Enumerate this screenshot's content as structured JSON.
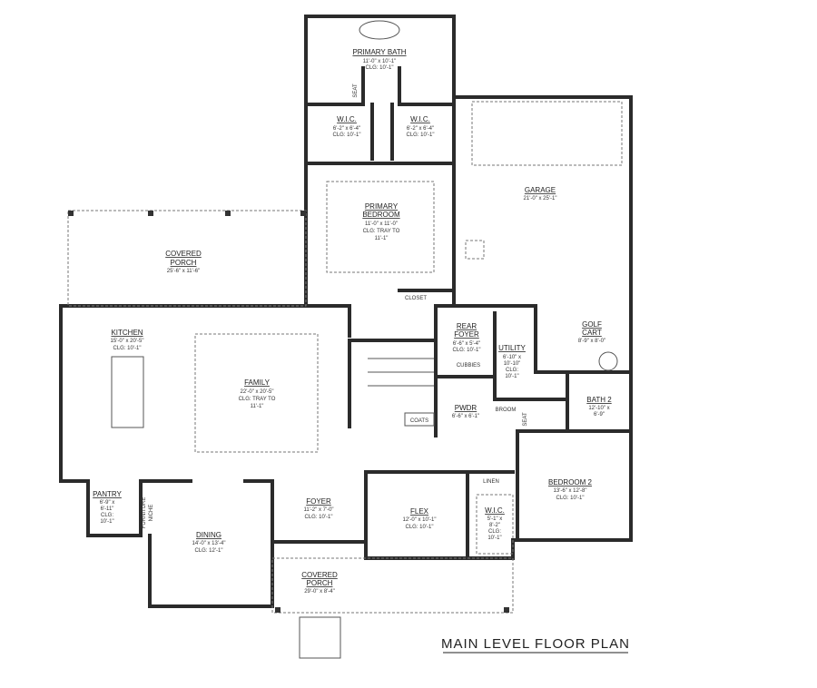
{
  "title": "MAIN LEVEL FLOOR PLAN",
  "rooms": {
    "primary_bath": {
      "name": "PRIMARY BATH",
      "size": "11'-0\" x 10'-1\"",
      "clg": "CLG: 10'-1\""
    },
    "wic_left": {
      "name": "W.I.C.",
      "size": "6'-2\" x 6'-4\"",
      "clg": "CLG: 10'-1\""
    },
    "wic_right": {
      "name": "W.I.C.",
      "size": "6'-2\" x 6'-4\"",
      "clg": "CLG: 10'-1\""
    },
    "primary_bedroom": {
      "name1": "PRIMARY",
      "name2": "BEDROOM",
      "size": "11'-0\" x 11'-0\"",
      "clg1": "CLG: TRAY TO",
      "clg2": "11'-1\""
    },
    "garage": {
      "name": "GARAGE",
      "size": "21'-0\" x 25'-1\""
    },
    "covered_porch_rear": {
      "name1": "COVERED",
      "name2": "PORCH",
      "size": "25'-6\" x 11'-6\""
    },
    "kitchen": {
      "name": "KITCHEN",
      "size": "15'-0\" x 20'-5\"",
      "clg": "CLG: 10'-1\""
    },
    "family": {
      "name": "FAMILY",
      "size": "22'-0\" x 20'-5\"",
      "clg1": "CLG: TRAY TO",
      "clg2": "11'-1\""
    },
    "closet": {
      "name": "CLOSET"
    },
    "rear_foyer": {
      "name1": "REAR",
      "name2": "FOYER",
      "size": "6'-6\" x 5'-4\"",
      "clg": "CLG: 10'-1\""
    },
    "utility": {
      "name": "UTILITY",
      "size1": "6'-10\" x",
      "size2": "10'-10\"",
      "clg1": "CLG:",
      "clg2": "10'-1\""
    },
    "cubbies": {
      "name": "CUBBIES"
    },
    "golf_cart": {
      "name1": "GOLF",
      "name2": "CART",
      "size": "8'-9\" x 8'-0\""
    },
    "bath2": {
      "name": "BATH 2",
      "size1": "12'-10\" x",
      "size2": "6'-9\""
    },
    "pwdr": {
      "name": "PWDR",
      "size": "6'-6\" x 6'-1\""
    },
    "broom": {
      "name": "BROOM"
    },
    "coats": {
      "name": "COATS"
    },
    "seat_primary": {
      "name": "SEAT"
    },
    "seat_bath2": {
      "name": "SEAT"
    },
    "bedroom2": {
      "name": "BEDROOM 2",
      "size": "13'-6\" x 12'-8\"",
      "clg": "CLG: 10'-1\""
    },
    "linen": {
      "name": "LINEN"
    },
    "wic_bed2": {
      "name": "W.I.C.",
      "size1": "5'-1\" x",
      "size2": "8'-2\"",
      "clg1": "CLG:",
      "clg2": "10'-1\""
    },
    "flex": {
      "name": "FLEX",
      "size": "12'-0\" x 10'-1\"",
      "clg": "CLG: 10'-1\""
    },
    "foyer": {
      "name": "FOYER",
      "size": "11'-2\" x 7'-0\"",
      "clg": "CLG: 10'-1\""
    },
    "pantry": {
      "name": "PANTRY",
      "size1": "6'-9\" x",
      "size2": "6'-11\"",
      "clg1": "CLG:",
      "clg2": "10'-1\""
    },
    "furniture_niche": {
      "name1": "FURNITURE",
      "name2": "NICHE"
    },
    "dining": {
      "name": "DINING",
      "size": "14'-0\" x 13'-4\"",
      "clg": "CLG: 12'-1\""
    },
    "covered_porch_front": {
      "name1": "COVERED",
      "name2": "PORCH",
      "size": "29'-0\" x 8'-4\""
    }
  }
}
